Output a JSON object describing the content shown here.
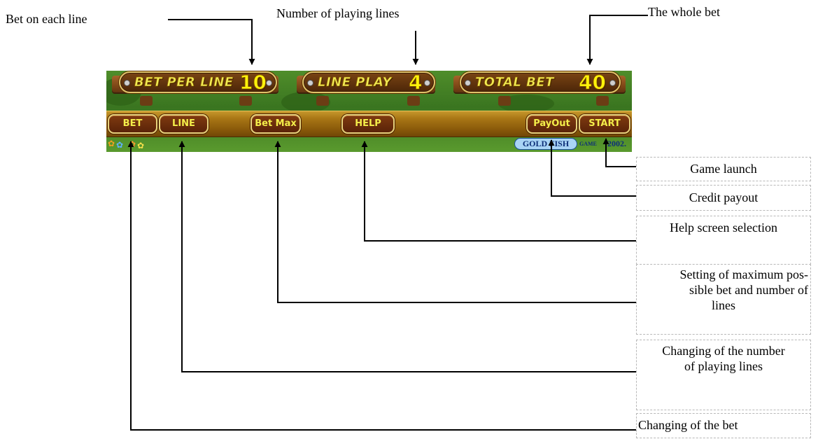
{
  "annotations": {
    "bet_on_each_line": "Bet on each line",
    "number_of_playing_lines": "Number of playing lines",
    "the_whole_bet": "The whole bet",
    "game_launch": "Game launch",
    "credit_payout": "Credit payout",
    "help_screen_selection": "Help screen selection",
    "set_max_bet_line1": "Setting of maximum pos-",
    "set_max_bet_line2": "sible bet and number of",
    "set_max_bet_line3": "lines",
    "change_lines_line1": "Changing of the number",
    "change_lines_line2": "of playing lines",
    "change_bet": "Changing of the bet"
  },
  "panel": {
    "displays": {
      "bet_per_line": {
        "label": "BET PER LINE",
        "value": "10"
      },
      "line_play": {
        "label": "LINE PLAY",
        "value": "4"
      },
      "total_bet": {
        "label": "TOTAL BET",
        "value": "40"
      }
    },
    "buttons": {
      "bet": "BET",
      "line": "LINE",
      "bet_max": "Bet Max",
      "help": "HELP",
      "payout": "PayOut",
      "start": "START"
    },
    "footer": {
      "logo": "GOLD FISH",
      "maker": "GAME",
      "year": "2002."
    }
  }
}
